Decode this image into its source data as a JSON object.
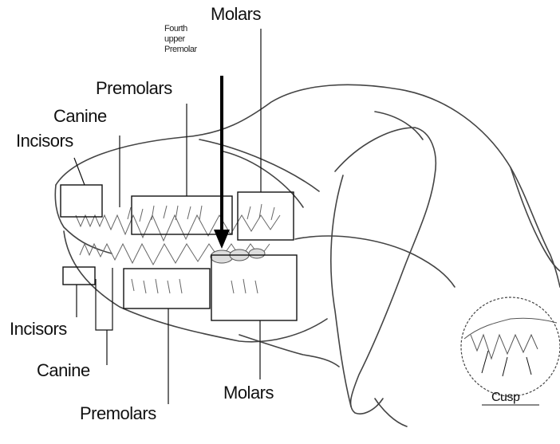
{
  "labels": {
    "molars_top": "Molars",
    "fourth_upper_premolar": [
      "Fourth",
      "upper",
      "Premolar"
    ],
    "premolars_top": "Premolars",
    "canine_top": "Canine",
    "incisors_top": "Incisors",
    "incisors_bottom": "Incisors",
    "canine_bottom": "Canine",
    "premolars_bottom": "Premolars",
    "molars_bottom": "Molars",
    "cusp": "Cusp"
  },
  "colors": {
    "ink": "#111111",
    "sketch": "#555555",
    "background": "#ffffff"
  }
}
